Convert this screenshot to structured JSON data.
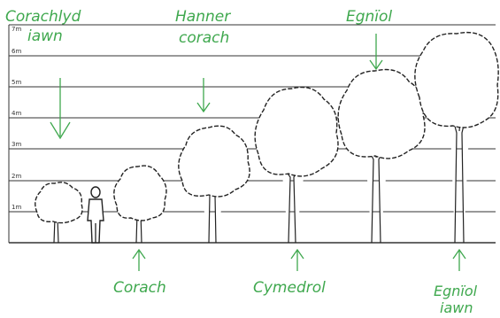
{
  "diagram": {
    "height_scale": {
      "ticks": [
        "1m",
        "2m",
        "3m",
        "4m",
        "5m",
        "6m",
        "7m"
      ]
    },
    "labels": {
      "very_dwarfing": [
        "Corachlyd",
        "iawn"
      ],
      "semi_dwarfing": [
        "Hanner",
        "corach"
      ],
      "vigorous": [
        "Egnïol"
      ],
      "dwarfing": [
        "Corach"
      ],
      "medium": [
        "Cymedrol"
      ],
      "very_vigorous": [
        "Egnïol",
        "iawn"
      ]
    },
    "accent_color": "#3fa84e"
  }
}
